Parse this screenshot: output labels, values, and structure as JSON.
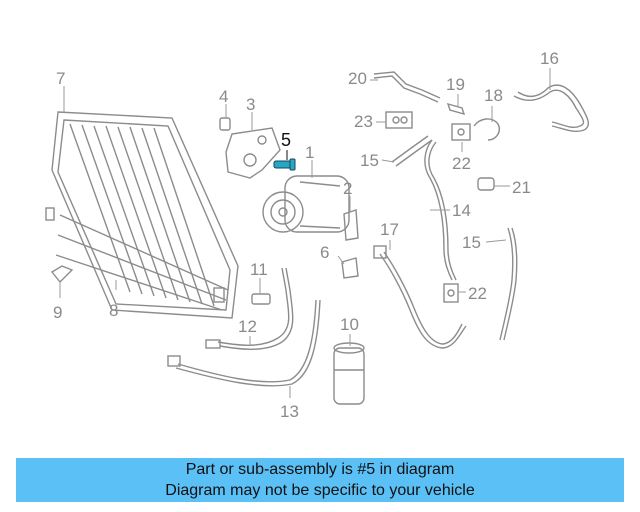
{
  "callouts": [
    {
      "id": "c7",
      "text": "7"
    },
    {
      "id": "c4",
      "text": "4"
    },
    {
      "id": "c3",
      "text": "3"
    },
    {
      "id": "c5",
      "text": "5"
    },
    {
      "id": "c1",
      "text": "1"
    },
    {
      "id": "c2",
      "text": "2"
    },
    {
      "id": "c6",
      "text": "6"
    },
    {
      "id": "c11",
      "text": "11"
    },
    {
      "id": "c12",
      "text": "12"
    },
    {
      "id": "c9",
      "text": "9"
    },
    {
      "id": "c8",
      "text": "8"
    },
    {
      "id": "c10",
      "text": "10"
    },
    {
      "id": "c13",
      "text": "13"
    },
    {
      "id": "c20",
      "text": "20"
    },
    {
      "id": "c19",
      "text": "19"
    },
    {
      "id": "c18",
      "text": "18"
    },
    {
      "id": "c16",
      "text": "16"
    },
    {
      "id": "c23",
      "text": "23"
    },
    {
      "id": "c22a",
      "text": "22"
    },
    {
      "id": "c15a",
      "text": "15"
    },
    {
      "id": "c21",
      "text": "21"
    },
    {
      "id": "c14",
      "text": "14"
    },
    {
      "id": "c17",
      "text": "17"
    },
    {
      "id": "c15b",
      "text": "15"
    },
    {
      "id": "c22b",
      "text": "22"
    }
  ],
  "highlight": {
    "part_number": "5",
    "color": "#2aa6c4"
  },
  "banner": {
    "line1": "Part or sub-assembly is #5 in diagram",
    "line2": "Diagram may not be specific to your vehicle",
    "background": "#5bc0f5"
  }
}
